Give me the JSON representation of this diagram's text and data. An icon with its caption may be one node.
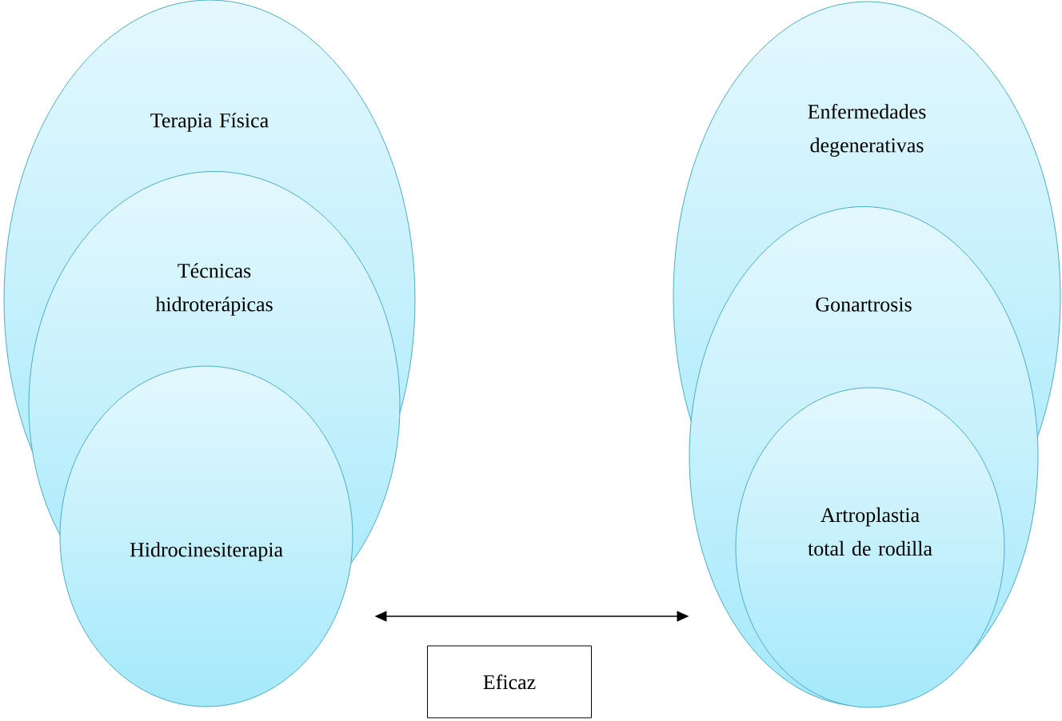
{
  "diagram": {
    "nodes": [
      {
        "text": [
          "Terapia Física"
        ]
      },
      {
        "text": [
          "Técnicas hidroterápicas"
        ]
      },
      {
        "text": [
          "Hidrocinesiterapia"
        ]
      },
      {
        "text": [
          "Enfermedades degenerativas"
        ]
      },
      {
        "text": [
          "Gonartrosis"
        ]
      },
      {
        "text": [
          "Artroplastia total de rodilla"
        ],
        "in": 4
      },
      {
        "text": [
          "Eficaz"
        ]
      }
    ],
    "edges": [
      {
        "from": 1,
        "to": 4,
        "arrow": "both"
      }
    ]
  }
}
